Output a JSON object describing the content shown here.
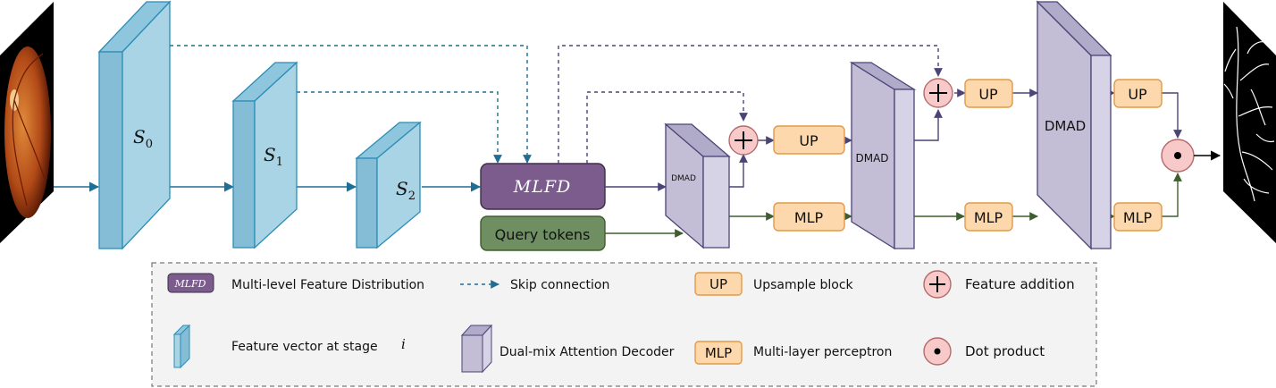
{
  "encoder": {
    "stages": [
      {
        "symbol": "S",
        "subscript": "0"
      },
      {
        "symbol": "S",
        "subscript": "1"
      },
      {
        "symbol": "S",
        "subscript": "2"
      }
    ]
  },
  "mlfd_label": "MLFD",
  "query_tokens_label": "Query tokens",
  "decoder": {
    "dmad_label": "DMAD",
    "up_label": "UP",
    "mlp_label": "MLP"
  },
  "legend": {
    "mlfd_icon_text": "MLFD",
    "mlfd_desc": "Multi-level Feature Distribution",
    "skip_desc": "Skip connection",
    "up_icon_text": "UP",
    "up_desc": "Upsample block",
    "add_desc": "Feature addition",
    "feature_desc": "Feature vector at stage",
    "feature_var": "i",
    "dmad_desc": "Dual-mix Attention Decoder",
    "mlp_icon_text": "MLP",
    "mlp_desc": "Multi-layer perceptron",
    "dot_desc": "Dot product"
  },
  "colors": {
    "encoder_front": "#a8d4e6",
    "encoder_side": "#86bdd6",
    "encoder_top": "#8ec6de",
    "encoder_stroke": "#2c8db5",
    "skip_line": "#1f6f94",
    "decoder_front": "#c3bdd6",
    "decoder_side": "#d7d3e6",
    "decoder_top": "#b1abca",
    "decoder_stroke": "#4b4477",
    "decoder_line": "#4b4477",
    "mlfd_fill": "#7b5c8c",
    "query_fill": "#6f8f63",
    "query_line": "#3e5e2f",
    "up_mlp_fill": "#fdd8ad",
    "up_mlp_stroke": "#e29a47",
    "op_fill": "#f7c9c9",
    "op_stroke": "#b46a6a",
    "legend_bg": "#f3f3f3"
  },
  "icons": {
    "input_image": "fundus-image-icon",
    "output_image": "vessel-mask-icon",
    "add": "plus-icon",
    "dot": "dot-icon"
  }
}
